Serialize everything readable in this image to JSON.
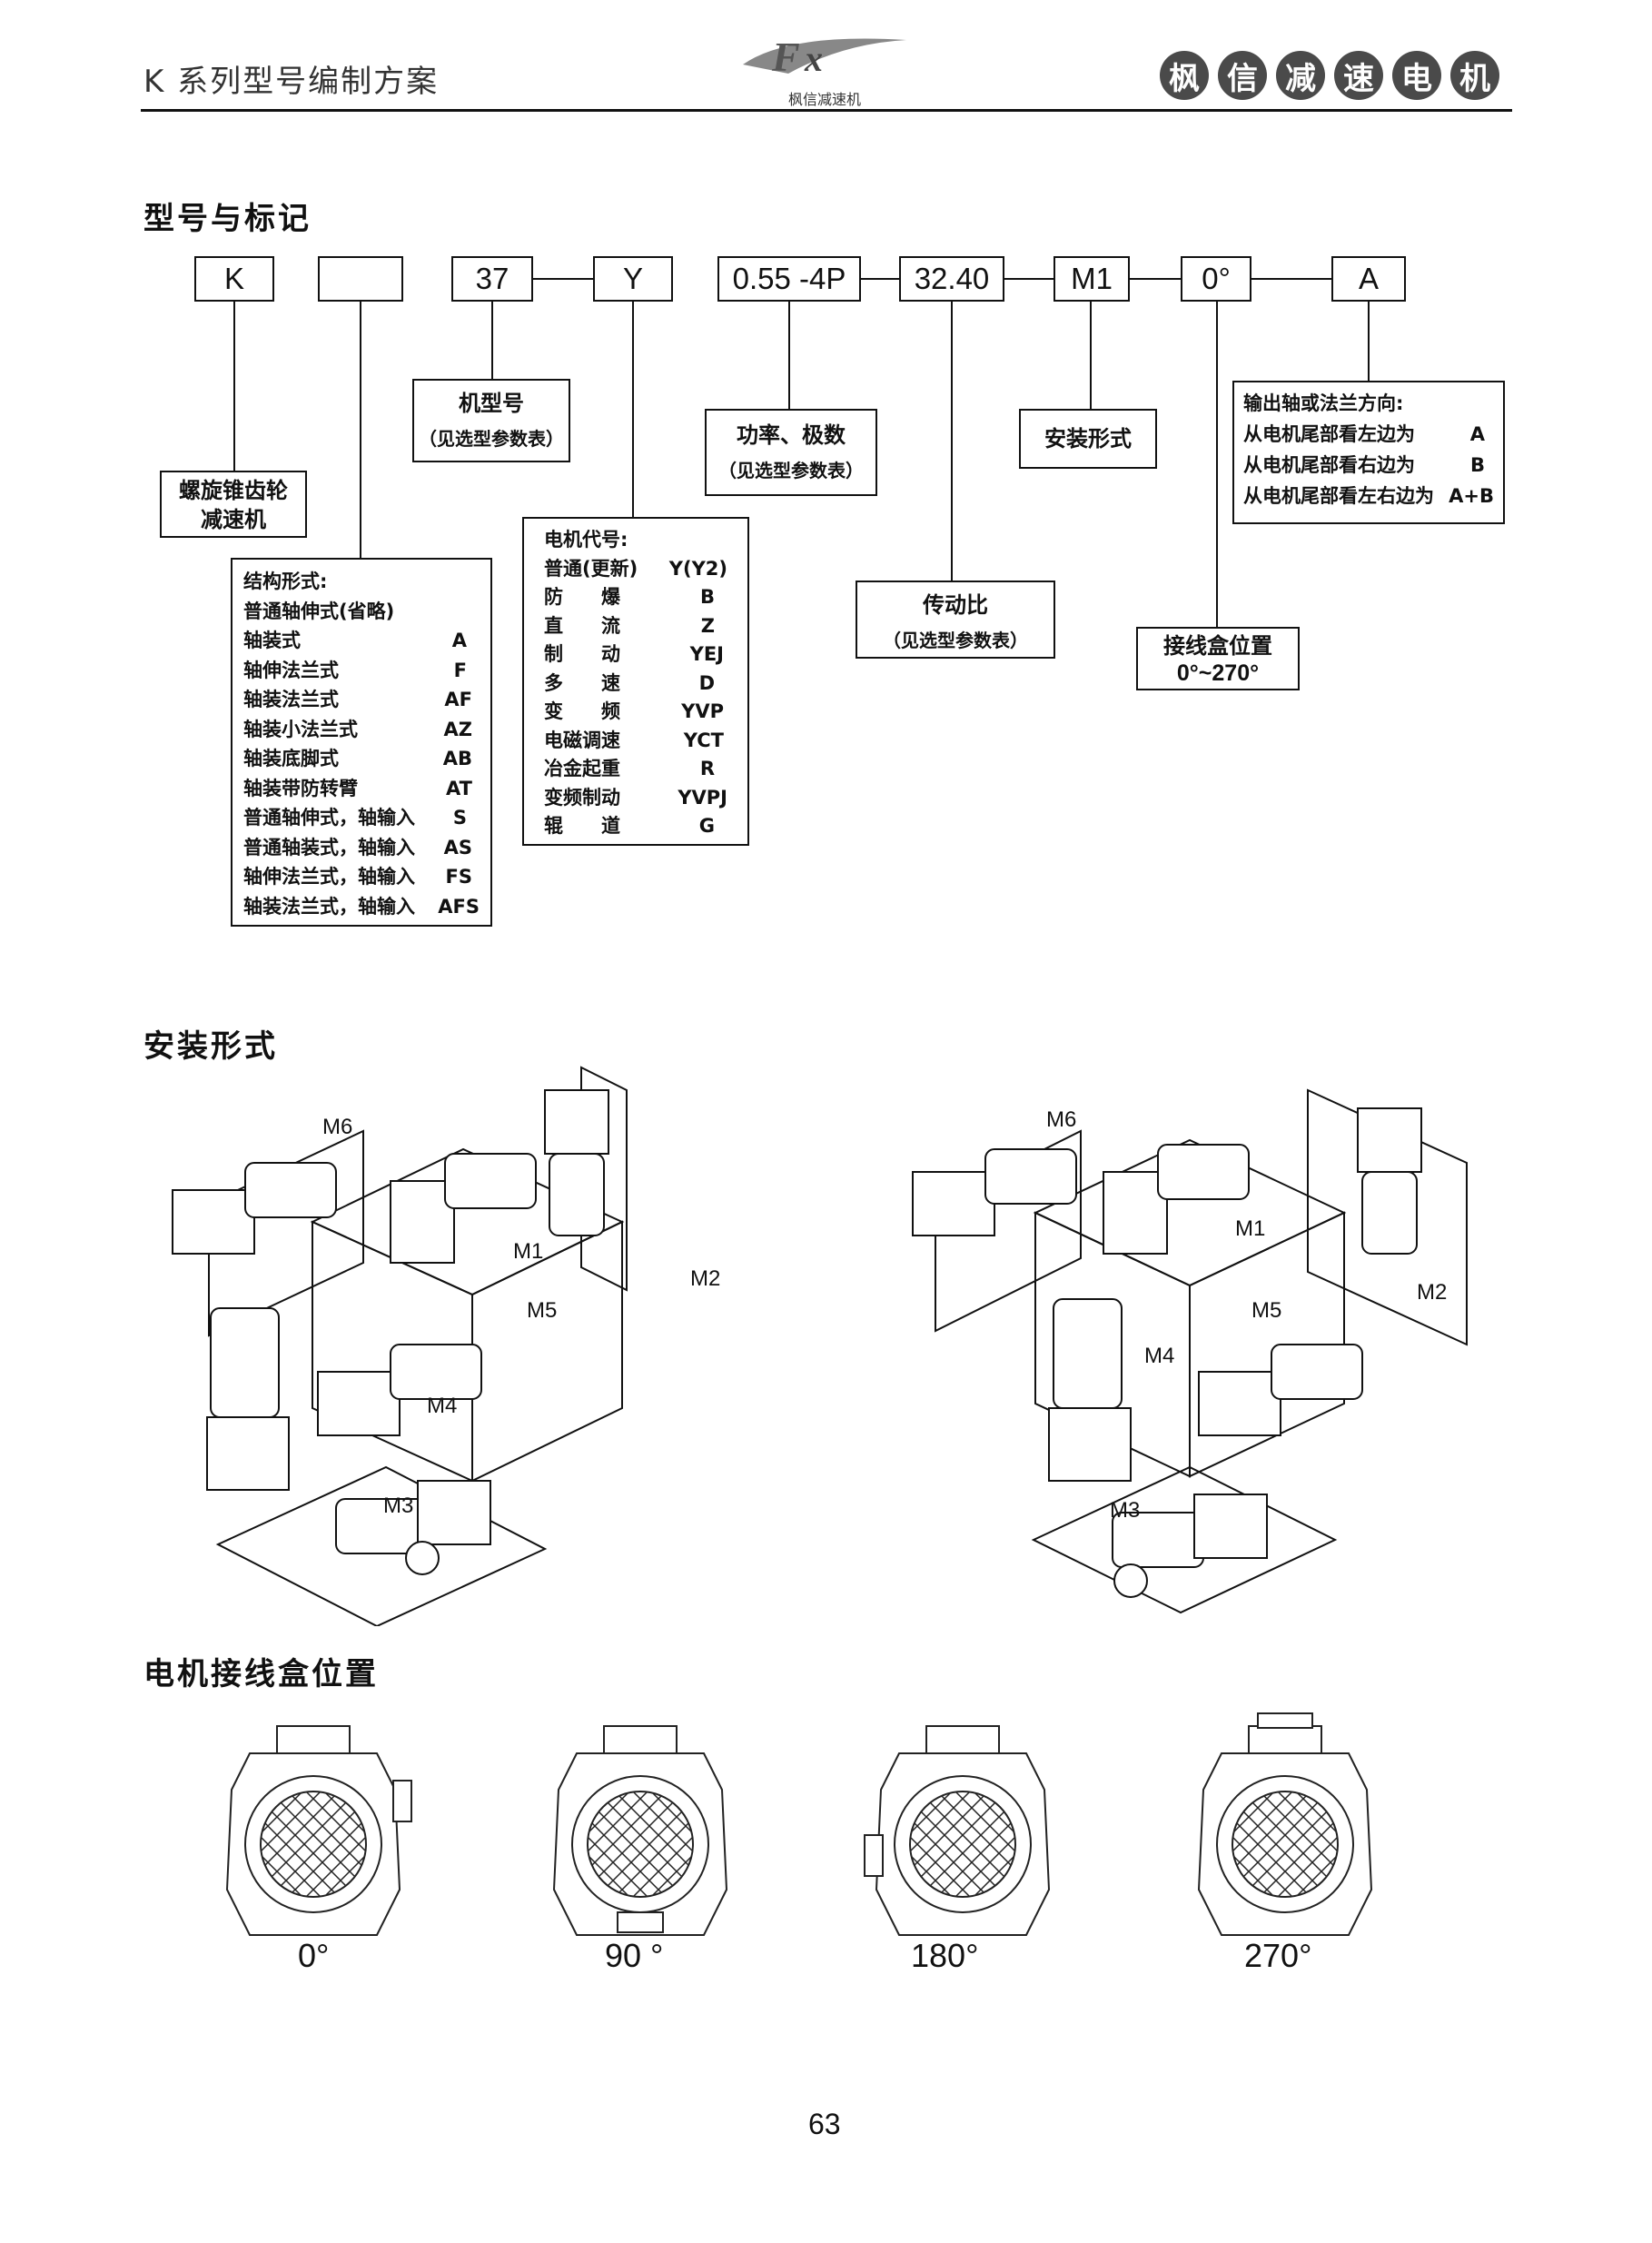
{
  "header": {
    "title": "K 系列型号编制方案",
    "logo_text": "枫信减速机",
    "brand_chars": [
      "枫",
      "信",
      "减",
      "速",
      "电",
      "机"
    ]
  },
  "sections": {
    "model": "型号与标记",
    "mounting": "安装形式",
    "terminal": "电机接线盒位置"
  },
  "code_boxes": [
    "K",
    "",
    "37",
    "Y",
    "0.55 -4P",
    "32.40",
    "M1",
    "0°",
    "A"
  ],
  "labels": {
    "reducer": [
      "螺旋锥齿轮",
      "减速机"
    ],
    "frame": "机型号",
    "frame_note": "（见选型参数表）",
    "power": "功率、极数",
    "power_note": "（见选型参数表）",
    "mount": "安装形式",
    "ratio": "传动比",
    "ratio_note": "（见选型参数表）",
    "junction": "接线盒位置",
    "junction_range": "0°~270°"
  },
  "structure": {
    "title": "结构形式:",
    "rows": [
      [
        "普通轴伸式(省略)",
        ""
      ],
      [
        "轴装式",
        "A"
      ],
      [
        "轴伸法兰式",
        "F"
      ],
      [
        "轴装法兰式",
        "AF"
      ],
      [
        "轴装小法兰式",
        "AZ"
      ],
      [
        "轴装底脚式",
        "AB"
      ],
      [
        "轴装带防转臂",
        "AT"
      ],
      [
        "普通轴伸式，轴输入",
        "S"
      ],
      [
        "普通轴装式，轴输入",
        "AS"
      ],
      [
        "轴伸法兰式，轴输入",
        "FS"
      ],
      [
        "轴装法兰式，轴输入",
        "AFS"
      ]
    ]
  },
  "motor_code": {
    "title": "电机代号:",
    "rows": [
      [
        "普通(更新)",
        "Y(Y2)"
      ],
      [
        "防　　爆",
        "B"
      ],
      [
        "直　　流",
        "Z"
      ],
      [
        "制　　动",
        "YEJ"
      ],
      [
        "多　　速",
        "D"
      ],
      [
        "变　　频",
        "YVP"
      ],
      [
        "电磁调速",
        "YCT"
      ],
      [
        "冶金起重",
        "R"
      ],
      [
        "变频制动",
        "YVPJ"
      ],
      [
        "辊　　道",
        "G"
      ]
    ]
  },
  "direction": {
    "title": "输出轴或法兰方向:",
    "rows": [
      [
        "从电机尾部看左边为",
        "A"
      ],
      [
        "从电机尾部看右边为",
        "B"
      ],
      [
        "从电机尾部看左右边为",
        "A+B"
      ]
    ]
  },
  "mount_labels": [
    "M1",
    "M2",
    "M3",
    "M4",
    "M5",
    "M6"
  ],
  "terminal_angles": [
    "0°",
    "90 °",
    "180°",
    "270°"
  ],
  "page_number": "63"
}
